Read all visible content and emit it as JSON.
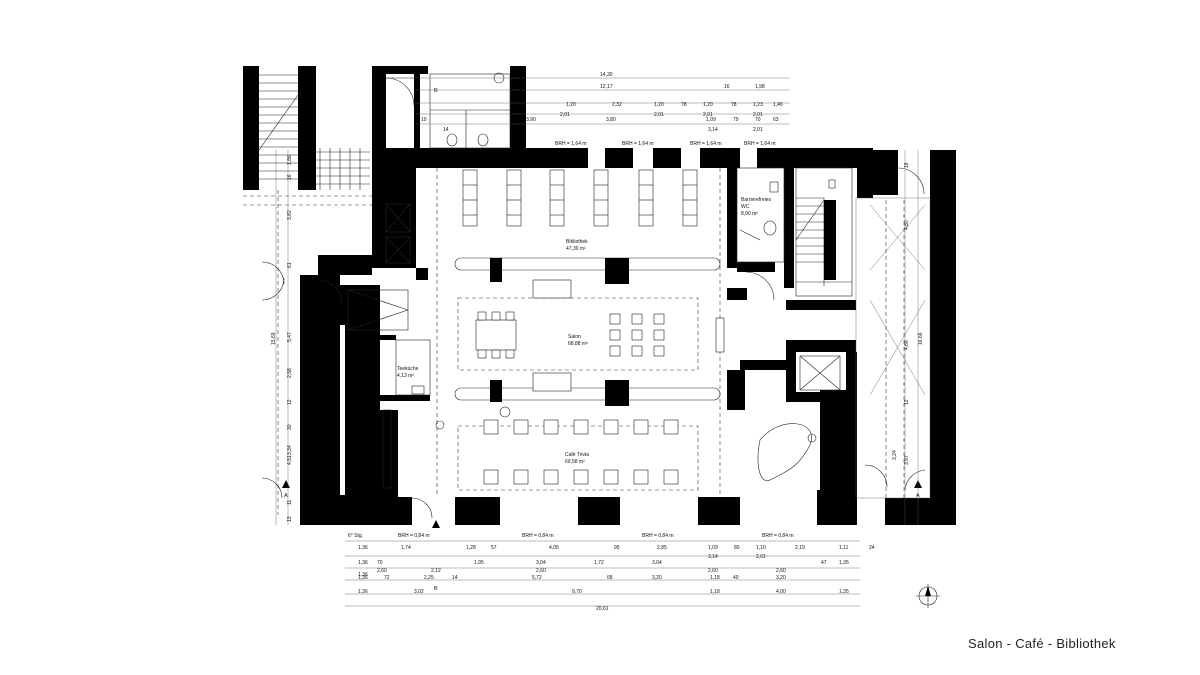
{
  "caption": "Salon - Café - Bibliothek",
  "rooms": {
    "bibliothek": {
      "name": "Bibliothek",
      "area": "47,30 m²"
    },
    "salon": {
      "name": "Salon",
      "area": "68,88 m²"
    },
    "cafe": {
      "name": "Café Trivia",
      "area": "69,58 m²"
    },
    "wc": {
      "name_line1": "Barrierefreies",
      "name_line2": "WC",
      "area": "8,90 m²"
    },
    "teekueche": {
      "name": "Teeküche",
      "area": "4,13 m²"
    }
  },
  "window_sills": {
    "top": [
      "BRH = 1,64 m",
      "BRH = 1,64 m",
      "BRH = 1,64 m",
      "BRH = 1,64 m"
    ],
    "bottom": [
      "BRH = 0,84 m",
      "BRH = 0,84 m",
      "BRH = 0,84 m",
      "BRH = 0,84 m"
    ]
  },
  "section_marks": {
    "a": "A",
    "b": "B"
  },
  "dimensions_top": {
    "overall": "14,30",
    "row1": [
      "12,17",
      "16",
      "1,98"
    ],
    "row2": [
      "16",
      "1,20",
      "2,32",
      "1,20",
      "78",
      "1,20",
      "78",
      "1,23",
      "1,46"
    ],
    "row3": [
      "2,01",
      "2,01",
      "2,01",
      "2,01"
    ],
    "row4": [
      "10",
      "14",
      "3,90",
      "3,80",
      "1,09",
      "79",
      "70",
      "63",
      "3,14",
      "2,01"
    ]
  },
  "dimensions_bottom": {
    "row1": [
      "1,36",
      "1,74",
      "1,28",
      "57",
      "4,05",
      "95",
      "2,85",
      "1,09",
      "80",
      "1,10",
      "2,19",
      "1,11",
      "24"
    ],
    "row2": [
      "1,36",
      "70",
      "1,95",
      "3,04",
      "1,72",
      "3,04",
      "3,14",
      "2,01"
    ],
    "row3": [
      "1,36",
      "2,60",
      "2,12",
      "2,60",
      "2,60",
      "2,60"
    ],
    "row4": [
      "1,36",
      "72",
      "2,25",
      "14",
      "5,72",
      "68",
      "3,20",
      "1,18",
      "40",
      "3,20",
      "47",
      "1,35"
    ],
    "row5": [
      "1,36",
      "3,02",
      "9,70",
      "1,18",
      "4,00",
      "1,35"
    ],
    "overall": "20,61",
    "stair_note": "6° Stg."
  },
  "dimensions_left": {
    "overall": "15,69",
    "parts": [
      "1,86",
      "3,82",
      "5,47",
      "2,58",
      "3,34",
      "4,51",
      "13"
    ],
    "sub": [
      "16",
      "61",
      "12",
      "30",
      "11"
    ]
  },
  "dimensions_right": {
    "overall": "16,66",
    "parts": [
      "4,80",
      "4,66",
      "3,24",
      "3,97",
      "16",
      "12"
    ]
  }
}
